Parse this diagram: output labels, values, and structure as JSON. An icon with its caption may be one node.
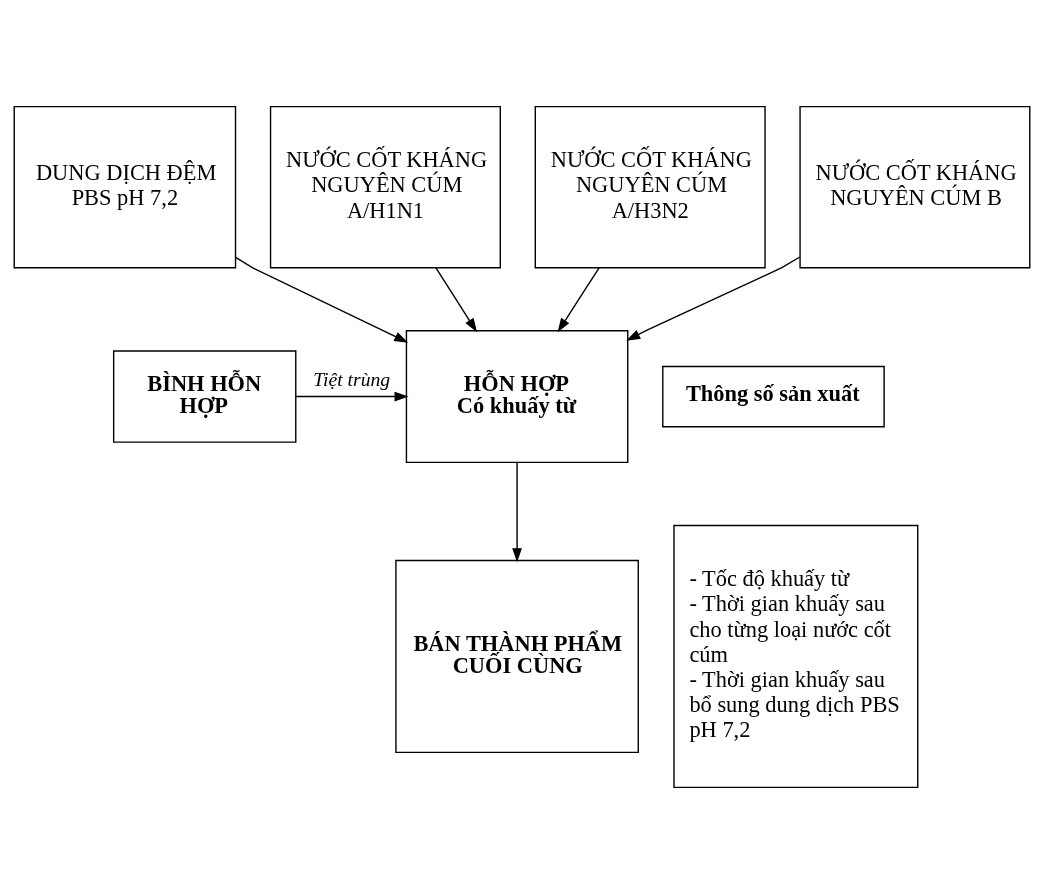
{
  "diagram": {
    "nodes": [
      {
        "text": [
          "DUNG DỊCH ĐỆM PBS pH 7,2"
        ]
      },
      {
        "text": [
          "NƯỚC CỐT KHÁNG NGUYÊN CÚM A/H1N1"
        ]
      },
      {
        "text": [
          "NƯỚC CỐT KHÁNG NGUYÊN CÚM A/H3N2"
        ]
      },
      {
        "text": [
          "NƯỚC CỐT KHÁNG NGUYÊN CÚM B"
        ]
      },
      {
        "text": [
          "BÌNH HỖN HỢP"
        ]
      },
      {
        "text": [
          "HỖN HỢP",
          "Có khuấy từ"
        ]
      },
      {
        "text": [
          "BÁN THÀNH PHẨM CUỐI CÙNG"
        ]
      },
      {
        "text": [
          "Thông số sản xuất"
        ]
      },
      {
        "text": [
          "- Tốc độ khuấy từ",
          "- Thời gian khuấy sau cho từng loại nước cốt cúm",
          "- Thời gian khuấy sau bổ sung dung dịch PBS pH 7,2"
        ]
      }
    ],
    "edges": [
      {
        "from": 0,
        "to": 5,
        "arrow": "to"
      },
      {
        "from": 1,
        "to": 5,
        "arrow": "to"
      },
      {
        "from": 2,
        "to": 5,
        "arrow": "to"
      },
      {
        "from": 3,
        "to": 5,
        "arrow": "to"
      },
      {
        "from": 4,
        "to": 5,
        "arrow": "to",
        "label": "Tiệt trùng"
      },
      {
        "from": 5,
        "to": 6,
        "arrow": "to"
      }
    ]
  }
}
